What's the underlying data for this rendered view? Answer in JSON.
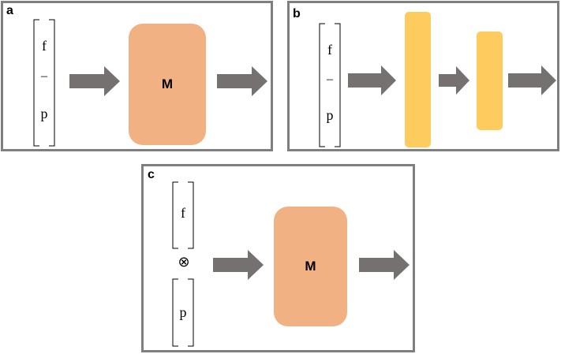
{
  "panels": {
    "a": {
      "letter": "a",
      "vector": [
        "f",
        "–",
        "p"
      ],
      "model_label": "M"
    },
    "b": {
      "letter": "b",
      "vector": [
        "f",
        "–",
        "p"
      ]
    },
    "c": {
      "letter": "c",
      "vector_top": "f",
      "operator": "⊗",
      "vector_bottom": "p",
      "model_label": "M"
    }
  },
  "colors": {
    "border": "#7f7f7f",
    "arrow": "#767171",
    "model_box": "#f2b183",
    "layer_box": "#fecb5f"
  },
  "icons": {
    "arrow": "right-arrow-icon",
    "bracket": "bracket-icon"
  }
}
